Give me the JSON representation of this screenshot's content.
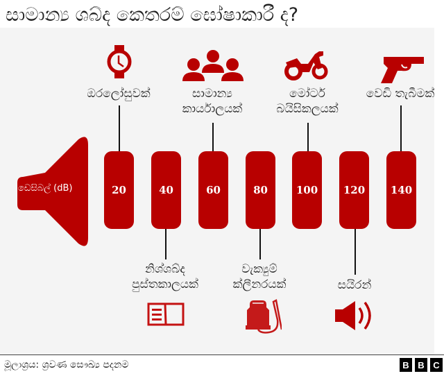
{
  "title": "සාමාන්‍ය ශබ්ද කෙතරම් ඝෝෂාකාරී ද?",
  "unit_label": "ඩෙසිබල් (dB)",
  "colors": {
    "accent": "#b80000",
    "panel": "#f4f4f4",
    "text": "#222222"
  },
  "chart_data": {
    "type": "bar",
    "title": "සාමාන්‍ය ශබ්ද කෙතරම් ඝෝෂාකාරී ද?",
    "xlabel": "ඩෙසිබල් (dB)",
    "ylabel": "",
    "categories": [
      "20",
      "40",
      "60",
      "80",
      "100",
      "120",
      "140"
    ],
    "values": [
      20,
      40,
      60,
      80,
      100,
      120,
      140
    ],
    "annotations": [
      {
        "value": 20,
        "label": "ඔරලෝසුවක්",
        "icon": "watch-icon",
        "position": "above"
      },
      {
        "value": 40,
        "label": "නිශ්ශබ්ද පුස්තකාලයක්",
        "icon": "book-icon",
        "position": "below"
      },
      {
        "value": 60,
        "label": "සාමාන්‍ය කාර්යාලයක්",
        "icon": "people-icon",
        "position": "above"
      },
      {
        "value": 80,
        "label": "වැක්‍යුම් ක්ලීනරයක්",
        "icon": "vacuum-cleaner-icon",
        "position": "below"
      },
      {
        "value": 100,
        "label": "මෝටර් බයිසිකලයක්",
        "icon": "motorcycle-icon",
        "position": "above"
      },
      {
        "value": 120,
        "label": "සයිරන්",
        "icon": "siren-speaker-icon",
        "position": "below"
      },
      {
        "value": 140,
        "label": "වෙඩි තැබීමක්",
        "icon": "gun-icon",
        "position": "above"
      }
    ]
  },
  "bars": [
    {
      "value": "20"
    },
    {
      "value": "40"
    },
    {
      "value": "60"
    },
    {
      "value": "80"
    },
    {
      "value": "100"
    },
    {
      "value": "120"
    },
    {
      "value": "140"
    }
  ],
  "labels": {
    "watch": [
      "ඔරලෝසුවක්"
    ],
    "office": [
      "සාමාන්‍ය",
      "කාර්යාලයක්"
    ],
    "motorcycle": [
      "මෝටර්",
      "බයිසිකලයක්"
    ],
    "gun": [
      "වෙඩි තැබීමක්"
    ],
    "library": [
      "නිශ්ශබ්ද",
      "පුස්තකාලයක්"
    ],
    "vacuum": [
      "වැක්‍යුම්",
      "ක්ලීනරයක්"
    ],
    "siren": [
      "සයිරන්"
    ]
  },
  "footer": {
    "source": "මූලාශ්‍රය: ශ්‍රවණ සෞඛ්‍ය පදනම",
    "logo": [
      "B",
      "B",
      "C"
    ]
  }
}
